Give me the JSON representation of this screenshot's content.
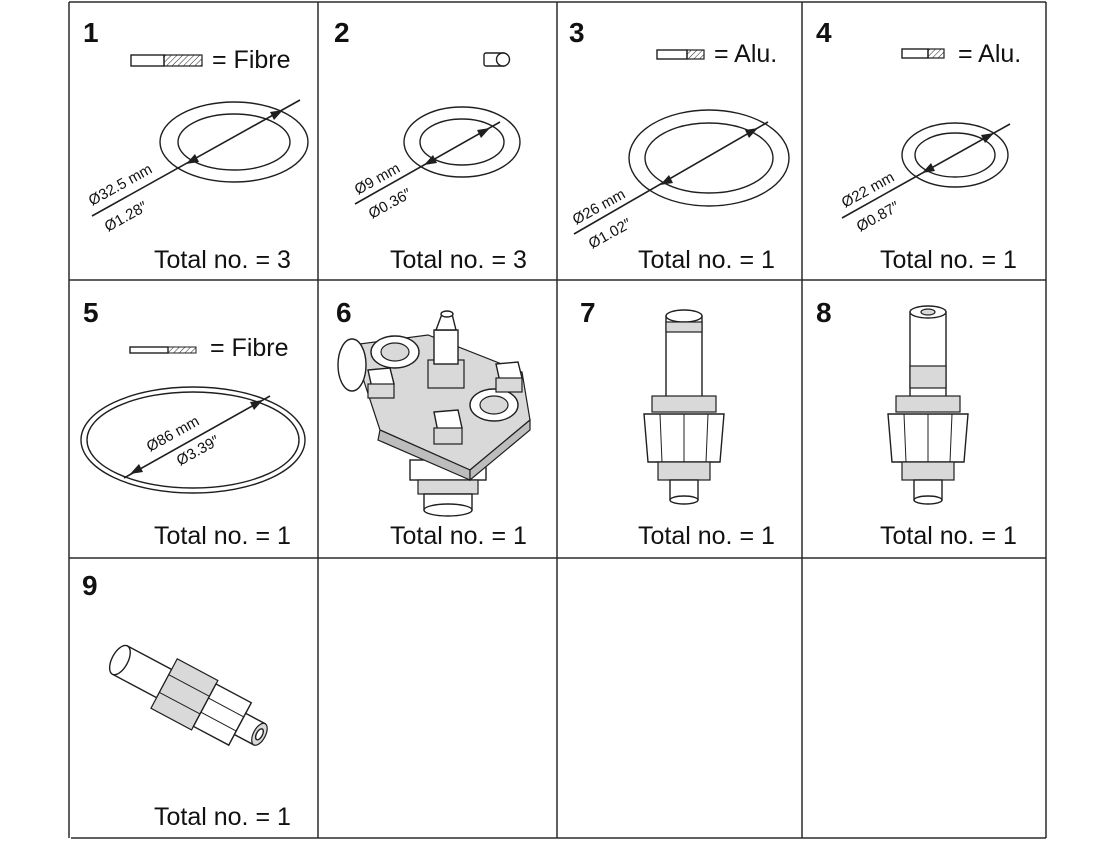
{
  "cells": [
    {
      "number": "1",
      "total": "Total no. = 3",
      "material": "= Fibre",
      "dim_mm": "Ø32.5 mm",
      "dim_in": "Ø1.28″"
    },
    {
      "number": "2",
      "total": "Total no. = 3",
      "dim_mm": "Ø9 mm",
      "dim_in": "Ø0.36″"
    },
    {
      "number": "3",
      "total": "Total no. = 1",
      "material": "= Alu.",
      "dim_mm": "Ø26 mm",
      "dim_in": "Ø1.02″"
    },
    {
      "number": "4",
      "total": "Total no. = 1",
      "material": "= Alu.",
      "dim_mm": "Ø22 mm",
      "dim_in": "Ø0.87″"
    },
    {
      "number": "5",
      "total": "Total no. = 1",
      "material": "= Fibre",
      "dim_mm": "Ø86 mm",
      "dim_in": "Ø3.39″"
    },
    {
      "number": "6",
      "total": "Total no. = 1"
    },
    {
      "number": "7",
      "total": "Total no. = 1"
    },
    {
      "number": "8",
      "total": "Total no. = 1"
    },
    {
      "number": "9",
      "total": "Total no. = 1"
    }
  ]
}
